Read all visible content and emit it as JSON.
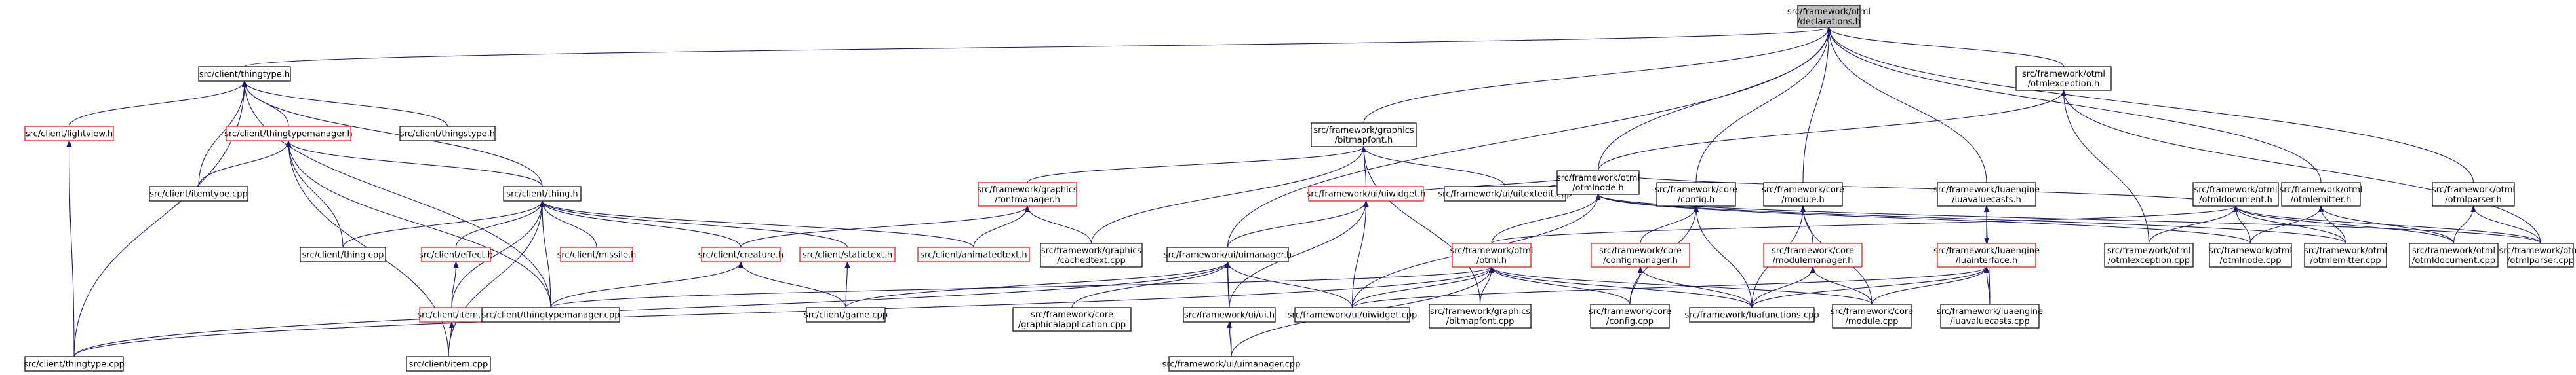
{
  "colors": {
    "root_fill": "#bfbfbf",
    "node_fill": "#ffffff",
    "border_black": "#000000",
    "border_red": "#ff0000",
    "edge": "#191970",
    "text": "#000000"
  },
  "nodes": [
    {
      "id": "declarations_h",
      "lines": [
        "src/framework/otml",
        "/declarations.h"
      ],
      "border": "black",
      "root": true
    },
    {
      "id": "thingtype_h",
      "lines": [
        "src/client/thingtype.h"
      ],
      "border": "black"
    },
    {
      "id": "lightview_h",
      "lines": [
        "src/client/lightview.h"
      ],
      "border": "red"
    },
    {
      "id": "thingtypemanager_h",
      "lines": [
        "src/client/thingtypemanager.h"
      ],
      "border": "red"
    },
    {
      "id": "thingstype_h",
      "lines": [
        "src/client/thingstype.h"
      ],
      "border": "black"
    },
    {
      "id": "itemtype_cpp",
      "lines": [
        "src/client/itemtype.cpp"
      ],
      "border": "black"
    },
    {
      "id": "thing_h",
      "lines": [
        "src/client/thing.h"
      ],
      "border": "black"
    },
    {
      "id": "thingtype_cpp",
      "lines": [
        "src/client/thingtype.cpp"
      ],
      "border": "black"
    },
    {
      "id": "thing_cpp",
      "lines": [
        "src/client/thing.cpp"
      ],
      "border": "black"
    },
    {
      "id": "effect_h",
      "lines": [
        "src/client/effect.h"
      ],
      "border": "red"
    },
    {
      "id": "missile_h",
      "lines": [
        "src/client/missile.h"
      ],
      "border": "red"
    },
    {
      "id": "creature_h",
      "lines": [
        "src/client/creature.h"
      ],
      "border": "red"
    },
    {
      "id": "statictext_h",
      "lines": [
        "src/client/statictext.h"
      ],
      "border": "red"
    },
    {
      "id": "animatedtext_h",
      "lines": [
        "src/client/animatedtext.h"
      ],
      "border": "red"
    },
    {
      "id": "item_h",
      "lines": [
        "src/client/item.h"
      ],
      "border": "red"
    },
    {
      "id": "item_cpp",
      "lines": [
        "src/client/item.cpp"
      ],
      "border": "black"
    },
    {
      "id": "thingtypemanager_cpp",
      "lines": [
        "src/client/thingtypemanager.cpp"
      ],
      "border": "black"
    },
    {
      "id": "game_cpp",
      "lines": [
        "src/client/game.cpp"
      ],
      "border": "black"
    },
    {
      "id": "bitmapfont_h",
      "lines": [
        "src/framework/graphics",
        "/bitmapfont.h"
      ],
      "border": "black"
    },
    {
      "id": "fontmanager_h",
      "lines": [
        "src/framework/graphics",
        "/fontmanager.h"
      ],
      "border": "red"
    },
    {
      "id": "cachedtext_cpp",
      "lines": [
        "src/framework/graphics",
        "/cachedtext.cpp"
      ],
      "border": "black"
    },
    {
      "id": "uiwidget_h",
      "lines": [
        "src/framework/ui/uiwidget.h"
      ],
      "border": "red"
    },
    {
      "id": "uitextedit_cpp",
      "lines": [
        "src/framework/ui/uitextedit.cpp"
      ],
      "border": "black"
    },
    {
      "id": "uimanager_h",
      "lines": [
        "src/framework/ui/uimanager.h"
      ],
      "border": "black"
    },
    {
      "id": "graphicalapplication_cpp",
      "lines": [
        "src/framework/core",
        "/graphicalapplication.cpp"
      ],
      "border": "black"
    },
    {
      "id": "ui_h",
      "lines": [
        "src/framework/ui/ui.h"
      ],
      "border": "black"
    },
    {
      "id": "uiwidget_cpp",
      "lines": [
        "src/framework/ui/uiwidget.cpp"
      ],
      "border": "black"
    },
    {
      "id": "bitmapfont_cpp",
      "lines": [
        "src/framework/graphics",
        "/bitmapfont.cpp"
      ],
      "border": "black"
    },
    {
      "id": "uimanager_cpp",
      "lines": [
        "src/framework/ui/uimanager.cpp"
      ],
      "border": "black"
    },
    {
      "id": "otml_h",
      "lines": [
        "src/framework/otml",
        "/otml.h"
      ],
      "border": "red"
    },
    {
      "id": "otmlnode_h",
      "lines": [
        "src/framework/otml",
        "/otmlnode.h"
      ],
      "border": "black"
    },
    {
      "id": "otmlexception_h",
      "lines": [
        "src/framework/otml",
        "/otmlexception.h"
      ],
      "border": "black"
    },
    {
      "id": "config_h",
      "lines": [
        "src/framework/core",
        "/config.h"
      ],
      "border": "black"
    },
    {
      "id": "configmanager_h",
      "lines": [
        "src/framework/core",
        "/configmanager.h"
      ],
      "border": "red"
    },
    {
      "id": "config_cpp",
      "lines": [
        "src/framework/core",
        "/config.cpp"
      ],
      "border": "black"
    },
    {
      "id": "module_h",
      "lines": [
        "src/framework/core",
        "/module.h"
      ],
      "border": "black"
    },
    {
      "id": "modulemanager_h",
      "lines": [
        "src/framework/core",
        "/modulemanager.h"
      ],
      "border": "red"
    },
    {
      "id": "luafunctions_cpp",
      "lines": [
        "src/framework/luafunctions.cpp"
      ],
      "border": "black"
    },
    {
      "id": "module_cpp",
      "lines": [
        "src/framework/core",
        "/module.cpp"
      ],
      "border": "black"
    },
    {
      "id": "luavaluecasts_h",
      "lines": [
        "src/framework/luaengine",
        "/luavaluecasts.h"
      ],
      "border": "black"
    },
    {
      "id": "luainterface_h",
      "lines": [
        "src/framework/luaengine",
        "/luainterface.h"
      ],
      "border": "red"
    },
    {
      "id": "luavaluecasts_cpp",
      "lines": [
        "src/framework/luaengine",
        "/luavaluecasts.cpp"
      ],
      "border": "black"
    },
    {
      "id": "otmldocument_h",
      "lines": [
        "src/framework/otml",
        "/otmldocument.h"
      ],
      "border": "black"
    },
    {
      "id": "otmlemitter_h",
      "lines": [
        "src/framework/otml",
        "/otmlemitter.h"
      ],
      "border": "black"
    },
    {
      "id": "otmlparser_h",
      "lines": [
        "src/framework/otml",
        "/otmlparser.h"
      ],
      "border": "black"
    },
    {
      "id": "otmlexception_cpp",
      "lines": [
        "src/framework/otml",
        "/otmlexception.cpp"
      ],
      "border": "black"
    },
    {
      "id": "otmlnode_cpp",
      "lines": [
        "src/framework/otml",
        "/otmlnode.cpp"
      ],
      "border": "black"
    },
    {
      "id": "otmlemitter_cpp",
      "lines": [
        "src/framework/otml",
        "/otmlemitter.cpp"
      ],
      "border": "black"
    },
    {
      "id": "otmldocument_cpp",
      "lines": [
        "src/framework/otml",
        "/otmldocument.cpp"
      ],
      "border": "black"
    },
    {
      "id": "otmlparser_cpp",
      "lines": [
        "src/framework/otml",
        "/otmlparser.cpp"
      ],
      "border": "black"
    }
  ],
  "edges": [
    [
      "declarations_h",
      "thingtype_h"
    ],
    [
      "declarations_h",
      "bitmapfont_h"
    ],
    [
      "declarations_h",
      "uimanager_h"
    ],
    [
      "declarations_h",
      "otmlexception_h"
    ],
    [
      "declarations_h",
      "otmlnode_h"
    ],
    [
      "declarations_h",
      "config_h"
    ],
    [
      "declarations_h",
      "module_h"
    ],
    [
      "declarations_h",
      "luavaluecasts_h"
    ],
    [
      "declarations_h",
      "otmlemitter_h"
    ],
    [
      "declarations_h",
      "otmlparser_h"
    ],
    [
      "thingtype_h",
      "lightview_h"
    ],
    [
      "thingtype_h",
      "thingtypemanager_h"
    ],
    [
      "thingtype_h",
      "thingstype_h"
    ],
    [
      "thingtype_h",
      "itemtype_cpp"
    ],
    [
      "thingtype_h",
      "thing_h"
    ],
    [
      "thingtype_h",
      "thingtype_cpp"
    ],
    [
      "thingtype_h",
      "thingtypemanager_cpp"
    ],
    [
      "lightview_h",
      "thingtype_cpp"
    ],
    [
      "thingtypemanager_h",
      "itemtype_cpp"
    ],
    [
      "thingtypemanager_h",
      "thing_h"
    ],
    [
      "thingtypemanager_h",
      "thingtypemanager_cpp"
    ],
    [
      "thingtypemanager_h",
      "item_cpp"
    ],
    [
      "thingtypemanager_h",
      "thing_cpp"
    ],
    [
      "thing_h",
      "thing_cpp"
    ],
    [
      "thing_h",
      "effect_h"
    ],
    [
      "thing_h",
      "missile_h"
    ],
    [
      "thing_h",
      "creature_h"
    ],
    [
      "thing_h",
      "statictext_h"
    ],
    [
      "thing_h",
      "animatedtext_h"
    ],
    [
      "thing_h",
      "item_h"
    ],
    [
      "thing_h",
      "thingtypemanager_cpp"
    ],
    [
      "thing_h",
      "item_cpp"
    ],
    [
      "effect_h",
      "item_h"
    ],
    [
      "item_h",
      "item_cpp"
    ],
    [
      "creature_h",
      "thingtypemanager_cpp"
    ],
    [
      "creature_h",
      "game_cpp"
    ],
    [
      "statictext_h",
      "game_cpp"
    ],
    [
      "bitmapfont_h",
      "fontmanager_h"
    ],
    [
      "bitmapfont_h",
      "uiwidget_h"
    ],
    [
      "bitmapfont_h",
      "uitextedit_cpp"
    ],
    [
      "bitmapfont_h",
      "cachedtext_cpp"
    ],
    [
      "bitmapfont_h",
      "bitmapfont_cpp"
    ],
    [
      "fontmanager_h",
      "creature_h"
    ],
    [
      "fontmanager_h",
      "animatedtext_h"
    ],
    [
      "fontmanager_h",
      "cachedtext_cpp"
    ],
    [
      "uiwidget_h",
      "uimanager_h"
    ],
    [
      "uiwidget_h",
      "ui_h"
    ],
    [
      "uiwidget_h",
      "uiwidget_cpp"
    ],
    [
      "uimanager_h",
      "game_cpp"
    ],
    [
      "uimanager_h",
      "graphicalapplication_cpp"
    ],
    [
      "uimanager_h",
      "ui_h"
    ],
    [
      "uimanager_h",
      "uiwidget_cpp"
    ],
    [
      "uimanager_h",
      "uimanager_cpp"
    ],
    [
      "uimanager_h",
      "thingtype_cpp"
    ],
    [
      "ui_h",
      "uimanager_cpp"
    ],
    [
      "otmlexception_h",
      "otmlnode_h"
    ],
    [
      "otmlexception_h",
      "otmlexception_cpp"
    ],
    [
      "otmlexception_h",
      "otmlparser_cpp"
    ],
    [
      "otmlnode_h",
      "uiwidget_h"
    ],
    [
      "otmlnode_h",
      "uitextedit_cpp"
    ],
    [
      "otmlnode_h",
      "otml_h"
    ],
    [
      "otmlnode_h",
      "otmldocument_h"
    ],
    [
      "otmlnode_h",
      "uiwidget_cpp"
    ],
    [
      "otmlnode_h",
      "otmlnode_cpp"
    ],
    [
      "otmlnode_h",
      "otmlemitter_cpp"
    ],
    [
      "otmlnode_h",
      "otmlparser_cpp"
    ],
    [
      "otml_h",
      "thingtype_cpp"
    ],
    [
      "otml_h",
      "uiwidget_cpp"
    ],
    [
      "otml_h",
      "bitmapfont_cpp"
    ],
    [
      "otml_h",
      "uimanager_cpp"
    ],
    [
      "otml_h",
      "config_cpp"
    ],
    [
      "otml_h",
      "luafunctions_cpp"
    ],
    [
      "otml_h",
      "module_cpp"
    ],
    [
      "otml_h",
      "thingtypemanager_cpp"
    ],
    [
      "config_h",
      "configmanager_h"
    ],
    [
      "config_h",
      "config_cpp"
    ],
    [
      "config_h",
      "luafunctions_cpp"
    ],
    [
      "configmanager_h",
      "config_cpp"
    ],
    [
      "configmanager_h",
      "luafunctions_cpp"
    ],
    [
      "module_h",
      "modulemanager_h"
    ],
    [
      "module_h",
      "luafunctions_cpp"
    ],
    [
      "module_h",
      "module_cpp"
    ],
    [
      "modulemanager_h",
      "luafunctions_cpp"
    ],
    [
      "modulemanager_h",
      "module_cpp"
    ],
    [
      "luavaluecasts_h",
      "luainterface_h"
    ],
    [
      "luavaluecasts_h",
      "luavaluecasts_cpp"
    ],
    [
      "luainterface_h",
      "luavaluecasts_h"
    ],
    [
      "luainterface_h",
      "luafunctions_cpp"
    ],
    [
      "luainterface_h",
      "module_cpp"
    ],
    [
      "luainterface_h",
      "uiwidget_cpp"
    ],
    [
      "luainterface_h",
      "luavaluecasts_cpp"
    ],
    [
      "otmldocument_h",
      "otml_h"
    ],
    [
      "otmldocument_h",
      "otmlexception_cpp"
    ],
    [
      "otmldocument_h",
      "otmlnode_cpp"
    ],
    [
      "otmldocument_h",
      "otmlemitter_cpp"
    ],
    [
      "otmldocument_h",
      "otmldocument_cpp"
    ],
    [
      "otmldocument_h",
      "otmlparser_cpp"
    ],
    [
      "otmlemitter_h",
      "otmlnode_cpp"
    ],
    [
      "otmlemitter_h",
      "otmlemitter_cpp"
    ],
    [
      "otmlemitter_h",
      "otmldocument_cpp"
    ],
    [
      "otmlparser_h",
      "otmldocument_cpp"
    ],
    [
      "otmlparser_h",
      "otmlparser_cpp"
    ]
  ]
}
